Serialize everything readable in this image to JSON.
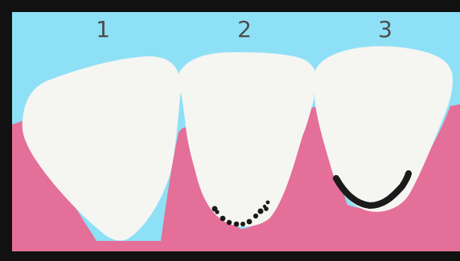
{
  "labels": {
    "tooth_1": "1",
    "tooth_2": "2",
    "tooth_3": "3"
  },
  "colors": {
    "frame": "#111111",
    "background_sky": "#8ee0f6",
    "gum": "#e46f98",
    "tooth": "#f5f5f2",
    "tartar": "#1a1a1a"
  }
}
